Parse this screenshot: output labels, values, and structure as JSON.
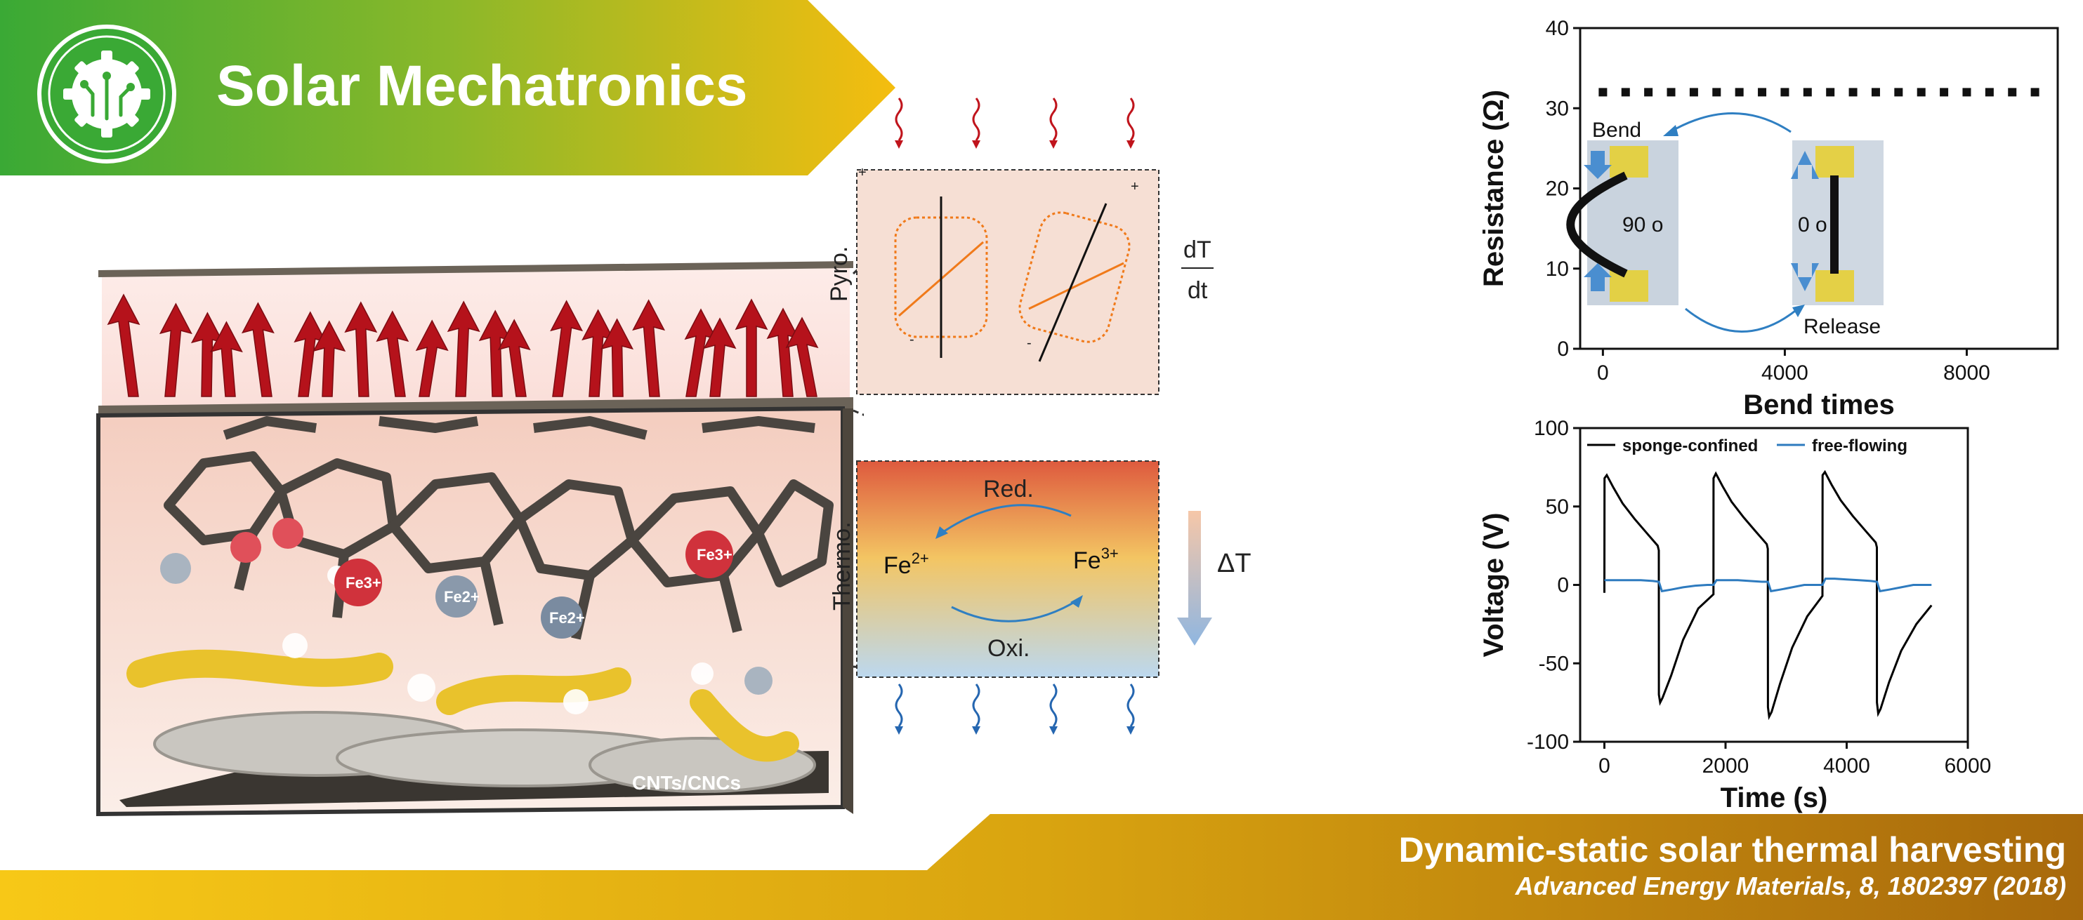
{
  "header": {
    "title": "Solar Mechatronics",
    "logo_icon": "circuit-gear-icon"
  },
  "footer": {
    "title": "Dynamic-static solar thermal harvesting",
    "citation": "Advanced Energy Materials, 8, 1802397 (2018)"
  },
  "colors": {
    "green": "#3aa935",
    "gold": "#f5bd0f",
    "bronze": "#b8860b",
    "arrow_red": "#b5121b",
    "orange_line": "#f07a1a",
    "blue_arrow": "#2f7fc2"
  },
  "device": {
    "label": "CNTs/CNCs",
    "ions": [
      "Fe3+",
      "Fe2+",
      "Fe2+",
      "Fe3+"
    ]
  },
  "mechanism": {
    "pyro": {
      "label": "Pyro.",
      "rate_num": "dT",
      "rate_den": "dt",
      "plus": "+",
      "minus": "-"
    },
    "thermo": {
      "label": "Thermo.",
      "reduction": "Red.",
      "oxidation": "Oxi.",
      "delta": "ΔT",
      "fe2_base": "Fe",
      "fe2_sup": "2+",
      "fe3_base": "Fe",
      "fe3_sup": "3+"
    }
  },
  "chart_data": [
    {
      "type": "scatter",
      "title": "",
      "xlabel": "Bend times",
      "ylabel": "Resistance (Ω)",
      "xlim": [
        -500,
        10000
      ],
      "ylim": [
        0,
        40
      ],
      "xticks": [
        0,
        4000,
        8000
      ],
      "yticks": [
        0,
        10,
        20,
        30,
        40
      ],
      "series": [
        {
          "values_x": [
            0,
            500,
            1000,
            1500,
            2000,
            2500,
            3000,
            3500,
            4000,
            4500,
            5000,
            5500,
            6000,
            6500,
            7000,
            7500,
            8000,
            8500,
            9000,
            9500
          ],
          "values_y": [
            32,
            32,
            32,
            32,
            32,
            32,
            32,
            32,
            32,
            32,
            32,
            32,
            32,
            32,
            32,
            32,
            32,
            32,
            32,
            32
          ]
        }
      ],
      "annotations": {
        "bend": "Bend",
        "release": "Release",
        "angle_bent": "90 o",
        "angle_flat": "0 o"
      }
    },
    {
      "type": "line",
      "title": "",
      "xlabel": "Time (s)",
      "ylabel": "Voltage (V)",
      "xlim": [
        -400,
        6000
      ],
      "ylim": [
        -100,
        100
      ],
      "xticks": [
        0,
        2000,
        4000,
        6000
      ],
      "yticks": [
        -100,
        -50,
        0,
        50,
        100
      ],
      "legend_position": "top",
      "series": [
        {
          "name": "sponge-confined",
          "color": "#000000",
          "x": [
            0,
            2,
            40,
            150,
            300,
            500,
            700,
            880,
            898,
            900,
            920,
            960,
            1100,
            1300,
            1550,
            1800,
            1802,
            1840,
            1950,
            2100,
            2300,
            2500,
            2680,
            2698,
            2700,
            2720,
            2760,
            2900,
            3100,
            3350,
            3600,
            3602,
            3640,
            3750,
            3900,
            4100,
            4300,
            4480,
            4498,
            4500,
            4520,
            4560,
            4700,
            4900,
            5150,
            5400
          ],
          "y": [
            -5,
            68,
            70,
            62,
            52,
            42,
            33,
            25,
            22,
            -70,
            -75,
            -72,
            -58,
            -35,
            -15,
            -6,
            68,
            71,
            63,
            53,
            43,
            34,
            26,
            23,
            -78,
            -84,
            -81,
            -63,
            -40,
            -20,
            -7,
            70,
            72,
            64,
            54,
            44,
            35,
            27,
            24,
            -75,
            -82,
            -79,
            -62,
            -42,
            -25,
            -13
          ]
        },
        {
          "name": "free-flowing",
          "color": "#2e7bbf",
          "x": [
            0,
            200,
            400,
            600,
            800,
            900,
            950,
            1100,
            1300,
            1500,
            1700,
            1800,
            1850,
            2000,
            2200,
            2400,
            2600,
            2700,
            2750,
            2900,
            3100,
            3300,
            3500,
            3600,
            3650,
            3800,
            4000,
            4200,
            4400,
            4500,
            4550,
            4700,
            4900,
            5100,
            5300,
            5400
          ],
          "y": [
            3,
            3,
            3,
            3,
            2.5,
            2,
            -4,
            -3,
            -1.5,
            -0.5,
            0,
            0,
            3,
            3,
            3,
            2.5,
            2,
            2,
            -4,
            -3,
            -1.5,
            0,
            0,
            0,
            4,
            4,
            3.5,
            3,
            2.5,
            2,
            -4,
            -3,
            -1.5,
            0,
            0,
            0
          ]
        }
      ]
    }
  ]
}
